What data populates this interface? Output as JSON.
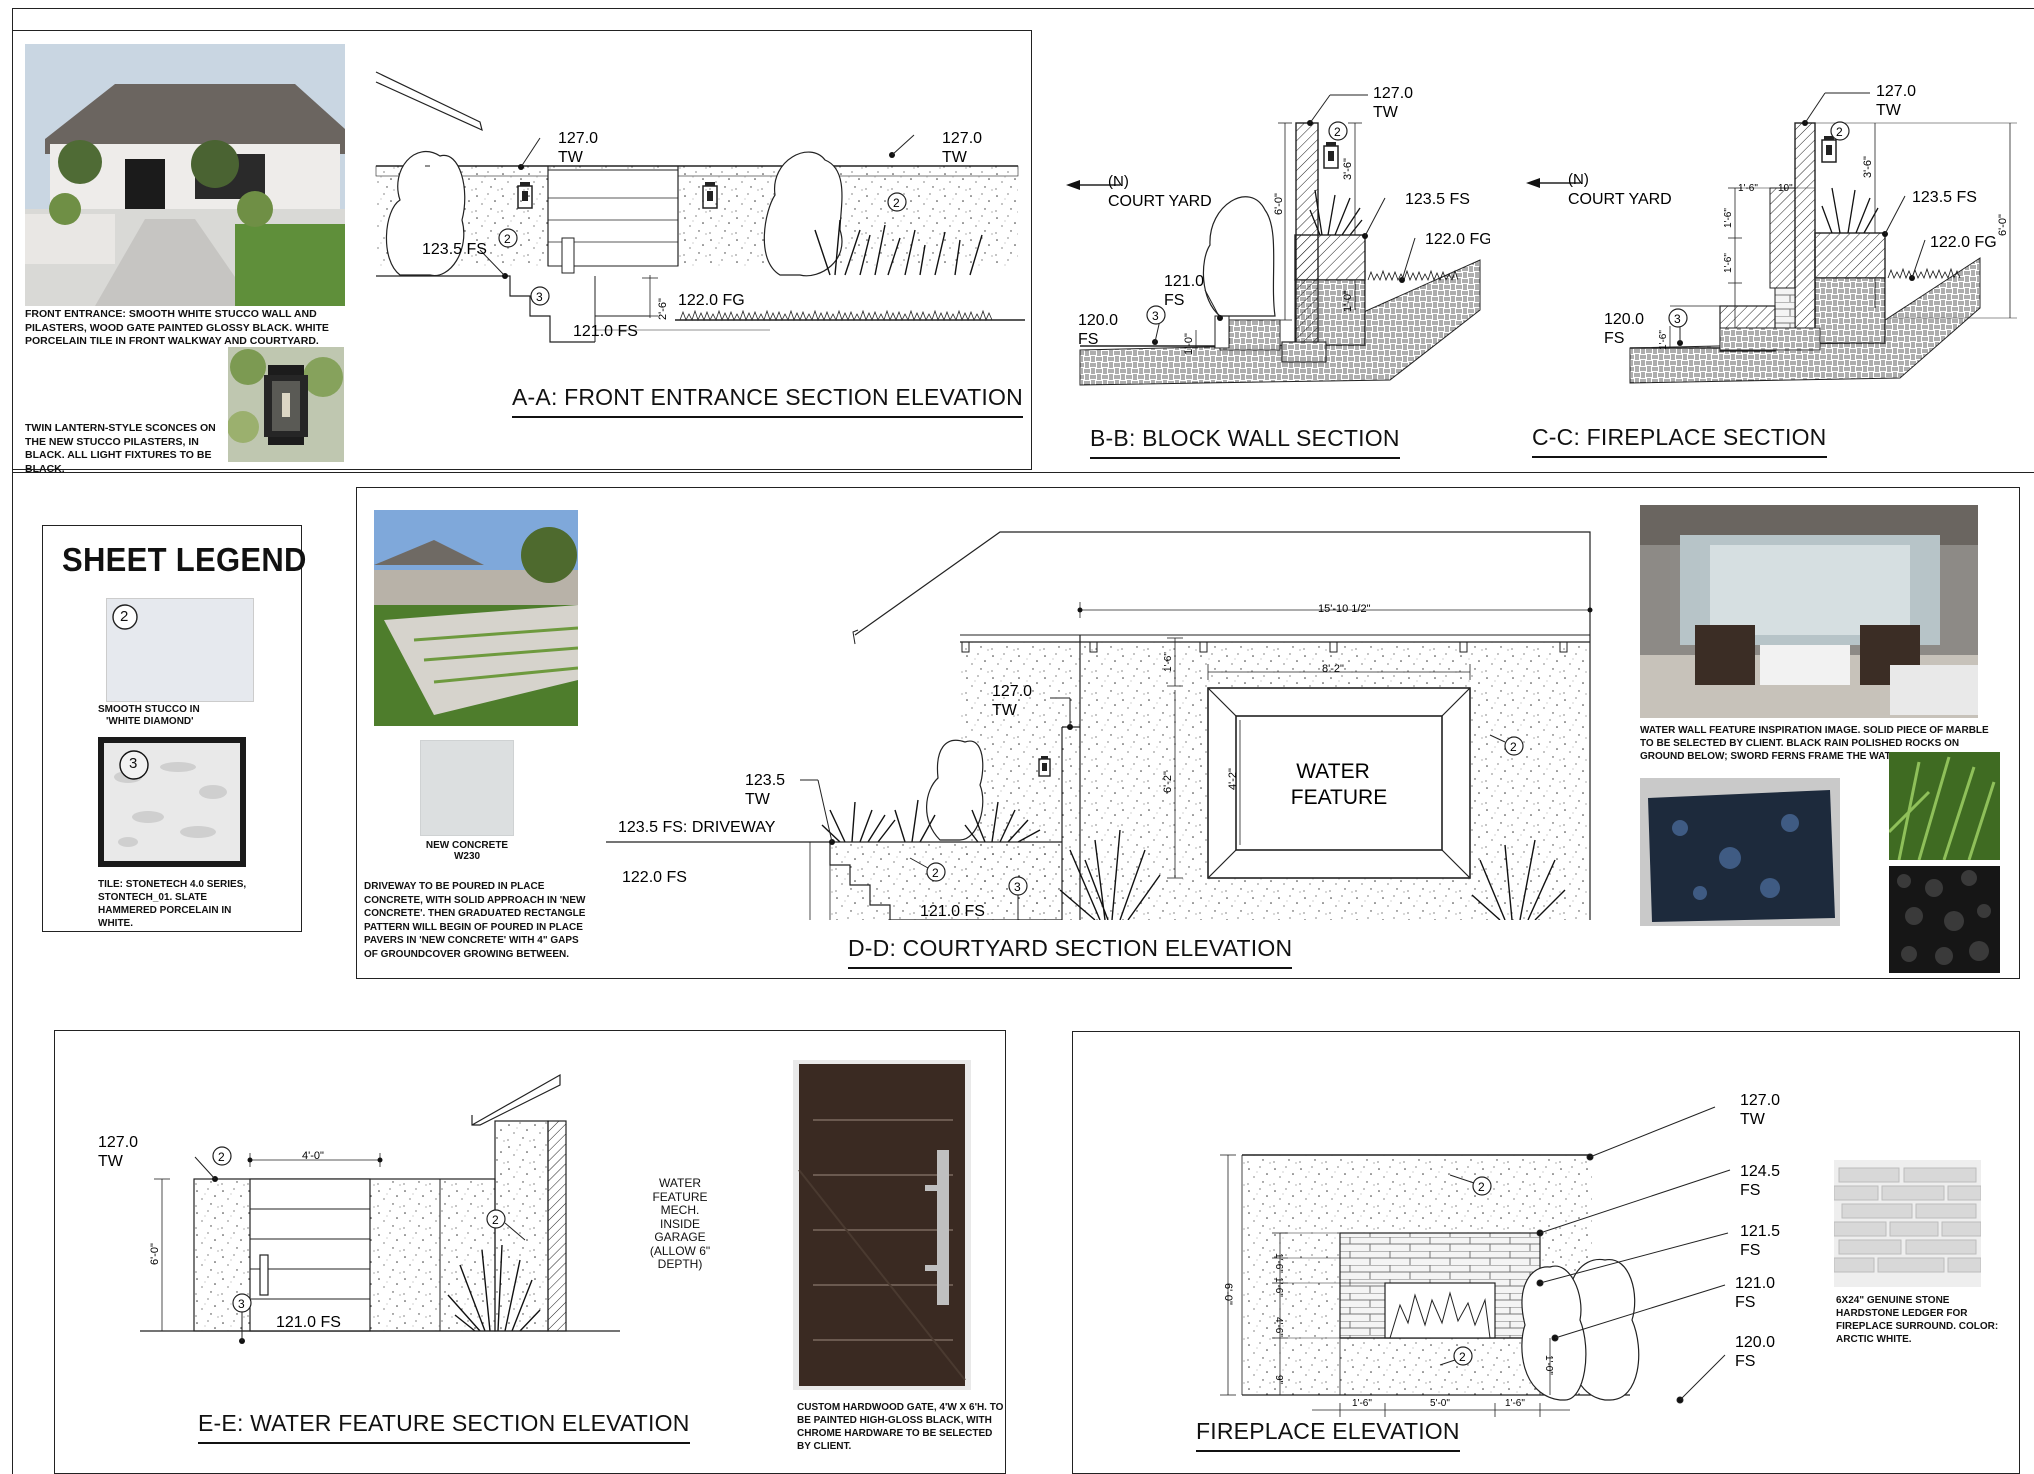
{
  "sections": {
    "aa": {
      "title": "A-A: FRONT ENTRANCE SECTION ELEVATION",
      "photo_note": "FRONT ENTRANCE: SMOOTH WHITE STUCCO WALL AND PILASTERS, WOOD GATE PAINTED GLOSSY BLACK. WHITE PORCELAIN TILE IN FRONT WALKWAY AND COURTYARD.",
      "sconce_note": "TWIN LANTERN-STYLE SCONCES ON THE NEW STUCCO PILASTERS, IN BLACK. ALL LIGHT FIXTURES TO BE BLACK.",
      "labels": {
        "tw_left_1": "127.0",
        "tw_left_2": "TW",
        "tw_right_1": "127.0",
        "tw_right_2": "TW",
        "fs_1235": "123.5 FS",
        "fg_122": "122.0 FG",
        "fs_121": "121.0 FS",
        "dim_26": "2'-6\"",
        "tag_2": "2",
        "tag_3": "3"
      }
    },
    "bb": {
      "title": "B-B: BLOCK WALL SECTION",
      "labels": {
        "north": "(N)",
        "court": "COURT YARD",
        "tw_1": "127.0",
        "tw_2": "TW",
        "fs_1235": "123.5 FS",
        "fg_122": "122.0 FG",
        "fs_121_1": "121.0",
        "fs_121_2": "FS",
        "fs_120_1": "120.0",
        "fs_120_2": "FS",
        "dim_60": "6'-0\"",
        "dim_36": "3'-6\"",
        "dim_10": "1'-0\"",
        "dim_10b": "1'-0\"",
        "tag_2": "2",
        "tag_3": "3"
      }
    },
    "cc": {
      "title": "C-C: FIREPLACE SECTION",
      "labels": {
        "north": "(N)",
        "court": "COURT YARD",
        "tw_1": "127.0",
        "tw_2": "TW",
        "fs_1235": "123.5 FS",
        "fg_122": "122.0 FG",
        "fs_120_1": "120.0",
        "fs_120_2": "FS",
        "dim_60": "6'-0\"",
        "dim_36": "3'-6\"",
        "dim_16": "1'-6\"",
        "dim_10in": "10\"",
        "dim_16a": "1'-6\"",
        "dim_16b": "1'-6\"",
        "dim_16c": "1'-6\"",
        "tag_2": "2",
        "tag_3": "3"
      }
    },
    "dd": {
      "title": "D-D: COURTYARD SECTION ELEVATION",
      "driveway_note": "DRIVEWAY TO BE POURED IN PLACE CONCRETE, WITH SOLID APPROACH IN 'NEW CONCRETE'. THEN GRADUATED RECTANGLE PATTERN WILL BEGIN OF POURED IN PLACE PAVERS IN 'NEW CONCRETE' WITH 4\" GAPS OF GROUNDCOVER GROWING BETWEEN.",
      "concrete_caption_1": "NEW CONCRETE",
      "concrete_caption_2": "W230",
      "water_note": "WATER WALL FEATURE INSPIRATION IMAGE. SOLID PIECE OF MARBLE TO BE SELECTED BY CLIENT. BLACK RAIN POLISHED ROCKS ON GROUND BELOW; SWORD FERNS FRAME THE WATER FEATURE.",
      "labels": {
        "feature_1": "WATER",
        "feature_2": "FEATURE",
        "tw_1": "127.0",
        "tw_2": "TW",
        "tw_1235_1": "123.5",
        "tw_1235_2": "TW",
        "fs_driveway": "123.5 FS: DRIVEWAY",
        "fs_122": "122.0 FS",
        "fs_121": "121.0 FS",
        "dim_width": "15'-10 1/2\"",
        "dim_82": "8'-2\"",
        "dim_16": "1'-6\"",
        "dim_62": "6'-2\"",
        "dim_42": "4'-2\"",
        "tag_2a": "2",
        "tag_2b": "2",
        "tag_3": "3"
      }
    },
    "ee": {
      "title": "E-E: WATER FEATURE SECTION ELEVATION",
      "gate_note": "CUSTOM HARDWOOD GATE, 4'W x 6'H. TO BE PAINTED HIGH-GLOSS BLACK, WITH CHROME HARDWARE TO BE SELECTED BY CLIENT.",
      "labels": {
        "tw_1": "127.0",
        "tw_2": "TW",
        "fs_121": "121.0 FS",
        "dim_40": "4'-0\"",
        "dim_60": "6'-0\"",
        "mech_1": "WATER",
        "mech_2": "FEATURE",
        "mech_3": "MECH. INSIDE",
        "mech_4": "GARAGE",
        "mech_5": "(ALLOW 6\"",
        "mech_6": "DEPTH)",
        "tag_2a": "2",
        "tag_2b": "2",
        "tag_3": "3"
      }
    },
    "fp": {
      "title": "FIREPLACE ELEVATION",
      "stone_note": "6x24\" GENUINE STONE HARDSTONE LEDGER FOR FIREPLACE SURROUND. COLOR: ARCTIC WHITE.",
      "labels": {
        "tw_1": "127.0",
        "tw_2": "TW",
        "fs_1245_1": "124.5",
        "fs_1245_2": "FS",
        "fs_1215_1": "121.5",
        "fs_1215_2": "FS",
        "fs_121_1": "121.0",
        "fs_121_2": "FS",
        "fs_120_1": "120.0",
        "fs_120_2": "FS",
        "dim_60": "6'-0\"",
        "dim_16a": "1'-6\"",
        "dim_16b": "1'-6\"",
        "dim_46": "4'-6\"",
        "dim_9": "9\"",
        "dim_10": "1'-0\"",
        "dim_16c": "1'-6\"",
        "dim_50": "5'-0\"",
        "dim_16d": "1'-6\"",
        "tag_2a": "2",
        "tag_2b": "2"
      }
    }
  },
  "legend": {
    "title": "SHEET LEGEND",
    "stucco_1": "SMOOTH  STUCCO IN",
    "stucco_2": "'WHITE DIAMOND'",
    "tile_note": "TILE: STONETECH 4.0 SERIES, STONTECH_01. SLATE HAMMERED PORCELAIN IN WHITE.",
    "tag_2": "2",
    "tag_3": "3"
  },
  "colors": {
    "line": "#111111",
    "paper": "#ffffff",
    "gate_wood": "#3a2a22",
    "marble": "#1d2a3c",
    "lawn": "#5f8f3a"
  }
}
